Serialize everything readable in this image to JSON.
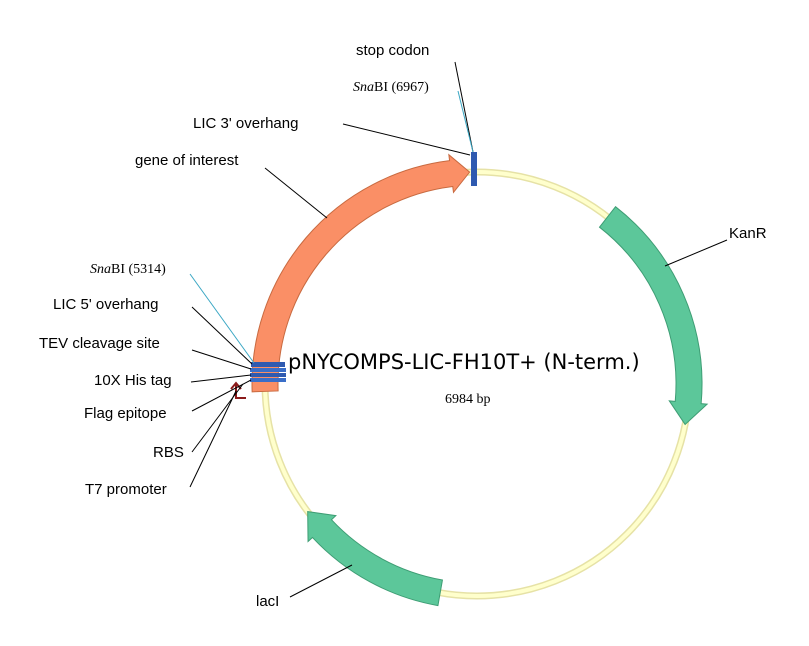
{
  "plasmid": {
    "name": "pNYCOMPS-LIC-FH10T+ (N-term.)",
    "size": "6984 bp",
    "backbone_color": "#ffffcc",
    "backbone_stroke": "#e6e2a6"
  },
  "features": {
    "gene": {
      "label": "gene of interest",
      "color": "#fa8f66"
    },
    "kanr": {
      "label": "KanR",
      "color": "#5cc79a"
    },
    "laci": {
      "label": "lacI",
      "color": "#5cc79a"
    },
    "t7": {
      "label": "T7 promoter",
      "color": "#8b1a1a"
    },
    "tags": {
      "color": "#2f5ab0"
    }
  },
  "labels": {
    "stop_codon": "stop codon",
    "snabi_3_italic": "Sna",
    "snabi_3_rest": "BI (6967)",
    "lic3": "LIC 3' overhang",
    "gene": "gene of interest",
    "snabi_5_italic": "Sna",
    "snabi_5_rest": "BI (5314)",
    "lic5": "LIC 5' overhang",
    "tev": "TEV cleavage site",
    "his": "10X His tag",
    "flag": "Flag epitope",
    "rbs": "RBS",
    "t7": "T7 promoter",
    "kanr": "KanR",
    "laci": "lacI"
  }
}
